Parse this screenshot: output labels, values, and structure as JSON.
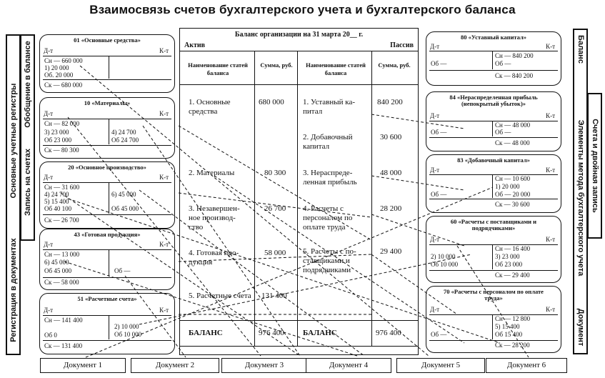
{
  "title": "Взаимосвязь счетов бухгалтерского учета и бухгалтерского баланса",
  "left_labels": {
    "outer": "Основные учетные регистры",
    "outer_bottom": "Регистрация в документах",
    "inner_top": "Обобщение в балансе",
    "inner_mid": "Запись на счетах"
  },
  "right_labels": {
    "outer_top": "Баланс",
    "outer_mid": "Элементы метода бухгалтерского учета",
    "inner": "Счета и двойная запись",
    "outer_bottom": "Документ"
  },
  "accounts_left": [
    {
      "name": "01 «Основные средства»",
      "dt": "Д-т",
      "kt": "К-т",
      "rows": [
        "Сн — 660 000",
        "1) 20 000",
        "Об. 20 000",
        "Ск — 680 000"
      ]
    },
    {
      "name": "10 «Материалы»",
      "dt": "Д-т",
      "kt": "К-т",
      "rows": [
        "Сн — 82 000",
        "3) 23 000",
        "Об 23 000",
        "Ск — 80 300"
      ],
      "credit": [
        "4) 24 700",
        "Об 24 700"
      ]
    },
    {
      "name": "20 «Основное производство»",
      "dt": "Д-т",
      "kt": "К-т",
      "rows": [
        "Сн — 31 600",
        "4) 24 700",
        "5) 15 400",
        "Об 40 100",
        "Ск — 26 700"
      ],
      "credit": [
        "6) 45 000",
        "Об 45 000"
      ]
    },
    {
      "name": "43 «Готовая продукция»",
      "dt": "Д-т",
      "kt": "К-т",
      "rows": [
        "Сн — 13 000",
        "6) 45 000",
        "Об 45 000",
        "Ск — 58 000"
      ],
      "credit": [
        "Об —"
      ]
    },
    {
      "name": "51 «Расчетные счета»",
      "dt": "Д-т",
      "kt": "К-т",
      "rows": [
        "Сн — 141 400",
        "Об 0",
        "Ск — 131 400"
      ],
      "credit": [
        "2) 10 000",
        "Об 10 000"
      ]
    }
  ],
  "accounts_right": [
    {
      "name": "80 «Уставный капитал»",
      "dt": "Д-т",
      "kt": "К-т",
      "debit": [
        "Об —"
      ],
      "rows": [
        "Сн — 840 200",
        "Об —",
        "Ск — 840 200"
      ]
    },
    {
      "name": "84 «Нераспределенная прибыль (непокрытый убыток)»",
      "dt": "Д-т",
      "kt": "К-т",
      "debit": [
        "Об —"
      ],
      "rows": [
        "Сн — 48 000",
        "Об —",
        "Ск — 48 000"
      ]
    },
    {
      "name": "83 «Добавочный капитал»",
      "dt": "Д-т",
      "kt": "К-т",
      "debit": [
        "Об —"
      ],
      "rows": [
        "Сн — 10 600",
        "1) 20 000",
        "Об — 20 000",
        "Ск — 30 600"
      ]
    },
    {
      "name": "60 «Расчеты с поставщиками и подрядчиками»",
      "dt": "Д-т",
      "kt": "К-т",
      "debit": [
        "2) 10 000",
        "Об 10 000"
      ],
      "rows": [
        "Сн — 16 400",
        "3) 23 000",
        "Об 23 000",
        "Ск — 29 400"
      ]
    },
    {
      "name": "70 «Расчеты с персоналом по оплате труда»",
      "dt": "Д-т",
      "kt": "К-т",
      "debit": [
        "Об —"
      ],
      "rows": [
        "Сн — 12 800",
        "5) 15 400",
        "Об 15 400",
        "Ск — 28 200"
      ]
    }
  ],
  "balance": {
    "heading": "Баланс организации на 31 марта 20__ г.",
    "aktiv": "Актив",
    "passiv": "Пассив",
    "col_name": "Наименование статей баланса",
    "col_sum": "Сумма, руб.",
    "aktiv_rows": [
      {
        "name": "1. Основные средства",
        "sum": "680 000"
      },
      {
        "name": "2. Материалы",
        "sum": "80 300"
      },
      {
        "name": "3. Незавершен-ное производ-ство",
        "sum": "26 700"
      },
      {
        "name": "4. Готовая про-дукция",
        "sum": "58 000"
      },
      {
        "name": "5. Расчетные счета",
        "sum": "131 400"
      }
    ],
    "passiv_rows": [
      {
        "name": "1. Уставный ка-питал",
        "sum": "840 200"
      },
      {
        "name": "2. Добавочный капитал",
        "sum": "30 600"
      },
      {
        "name": "3. Нераспреде-ленная прибыль",
        "sum": "48 000"
      },
      {
        "name": "4. Расчеты с персоналом по оплате труда",
        "sum": "28 200"
      },
      {
        "name": "5. Расчеты с по-ставщиками и подрядчиками",
        "sum": "29 400"
      }
    ],
    "total_label": "БАЛАНС",
    "total_aktiv": "976 400",
    "total_passiv": "976 400"
  },
  "documents": [
    "Документ 1",
    "Документ 2",
    "Документ 3",
    "Документ 4",
    "Документ 5",
    "Документ 6"
  ]
}
